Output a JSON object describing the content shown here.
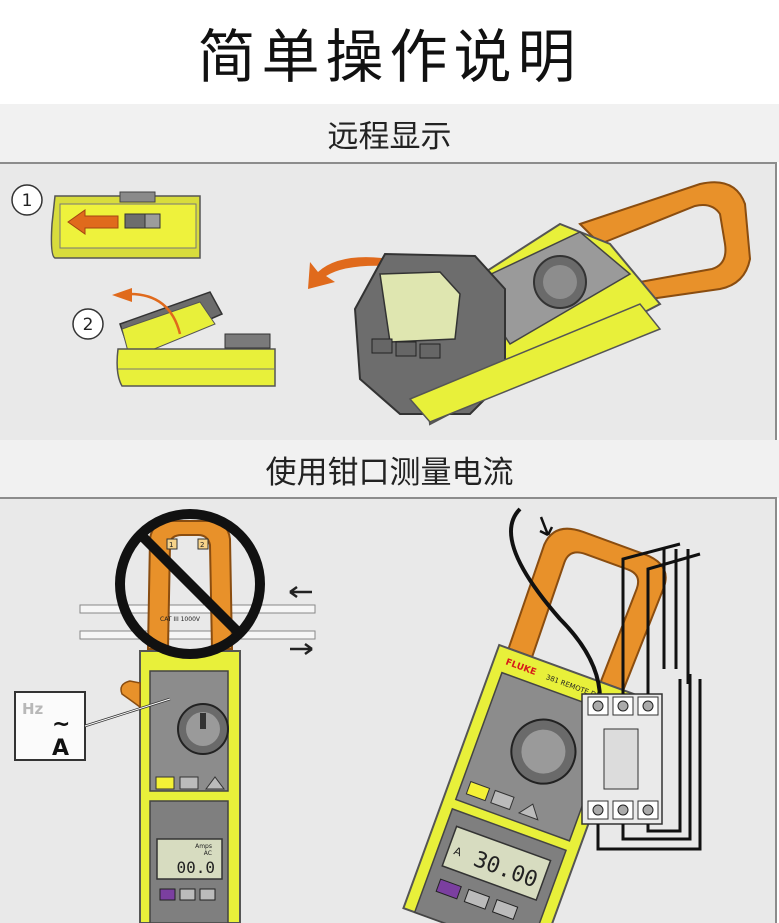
{
  "page": {
    "title": "简单操作说明"
  },
  "section1": {
    "heading": "远程显示",
    "steps": [
      "1",
      "2"
    ]
  },
  "section2": {
    "heading": "使用钳口测量电流",
    "left_meter": {
      "callout_hz": "Hz",
      "callout_wave": "~",
      "callout_unit": "A",
      "display_reading": "00.0",
      "display_unit_top": "Amps",
      "display_unit_bottom": "AC",
      "jaw_cat_label": "CAT III 1000V",
      "jaw_mark_left": "1",
      "jaw_mark_right": "2"
    },
    "right_meter": {
      "display_prefix": "A",
      "display_reading": "30.00",
      "brand": "FLUKE",
      "model": "381 REMOTE DISPLAY"
    }
  },
  "colors": {
    "meter_yellow": "#e8f03a",
    "jaw_orange": "#e8912a",
    "arrow_orange": "#e06a1c",
    "body_gray": "#7a7a7a",
    "panel_bg": "#e9e9e9"
  }
}
